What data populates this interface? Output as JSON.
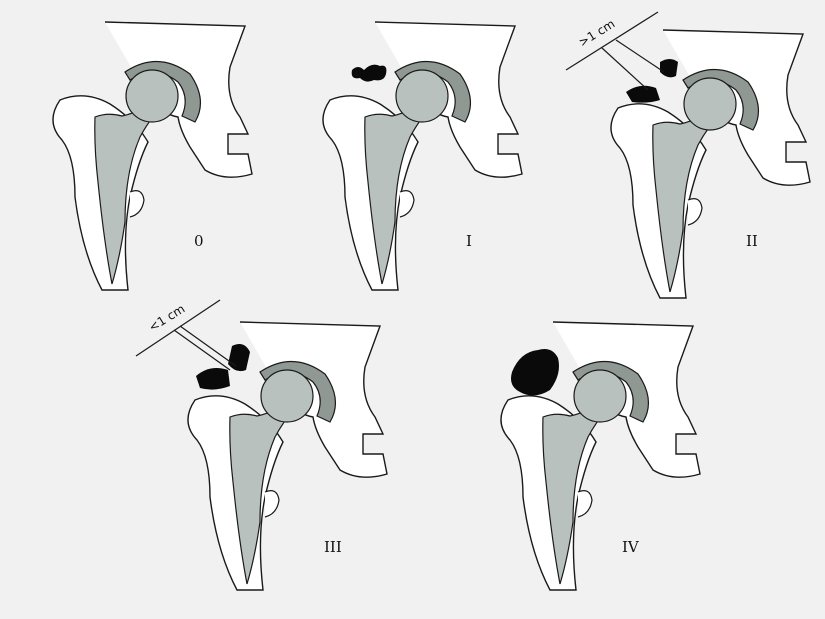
{
  "figure": {
    "background": "#f1f1f1",
    "colors": {
      "outline": "#1a1a1a",
      "bone_fill": "#ffffff",
      "implant_fill": "#b9c1be",
      "cup_fill": "#8f9893",
      "ossification_fill": "#0a0a0a"
    },
    "panels": [
      {
        "grade": "0"
      },
      {
        "grade": "I"
      },
      {
        "grade": "II",
        "measurement": ">1 cm"
      },
      {
        "grade": "III",
        "measurement": "<1 cm"
      },
      {
        "grade": "IV"
      }
    ]
  }
}
